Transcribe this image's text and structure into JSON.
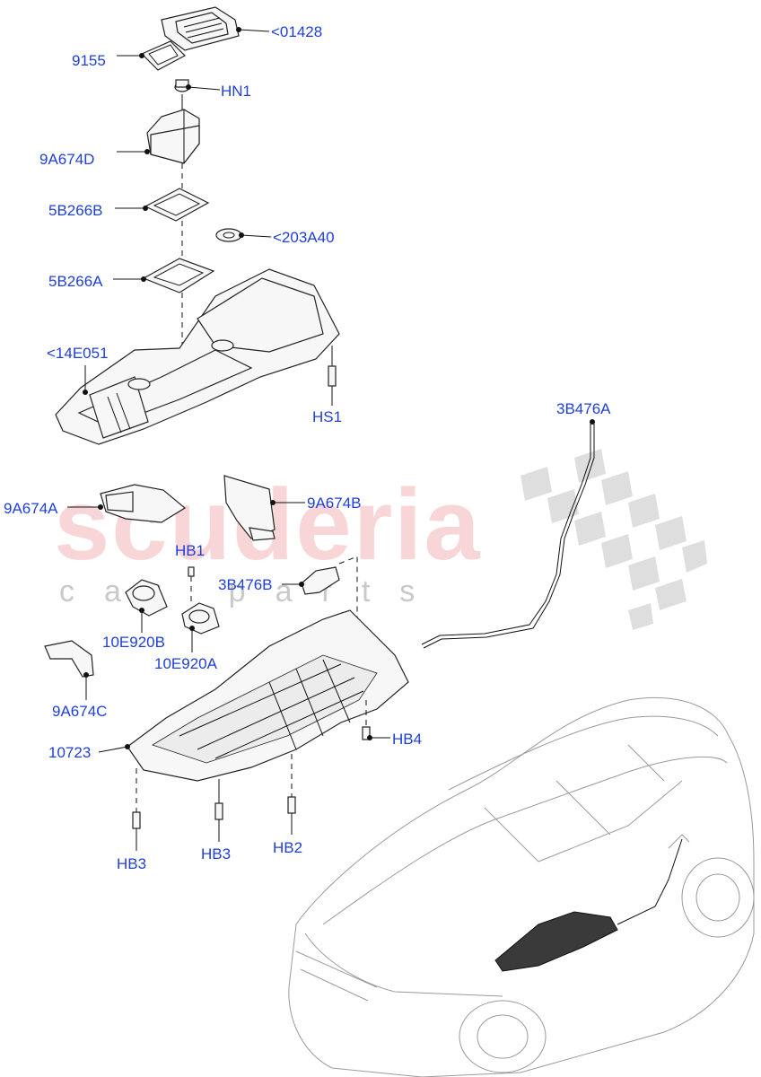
{
  "watermark": {
    "main": "scuderia",
    "sub": "car parts"
  },
  "labels": {
    "p01428": "<01428",
    "p9155": "9155",
    "hn1": "HN1",
    "p9a674d": "9A674D",
    "p5b266b": "5B266B",
    "p203a40": "<203A40",
    "p5b266a": "5B266A",
    "p14e051": "<14E051",
    "hs1": "HS1",
    "p3b476a": "3B476A",
    "p9a674a": "9A674A",
    "p9a674b": "9A674B",
    "hb1": "HB1",
    "p3b476b": "3B476B",
    "p10e920b": "10E920B",
    "p10e920a": "10E920A",
    "p9a674c": "9A674C",
    "hb4": "HB4",
    "p10723": "10723",
    "hb3_left": "HB3",
    "hb3_mid": "HB3",
    "hb2": "HB2"
  },
  "colors": {
    "label": "#1f3fd9",
    "watermark": "#f4b3b6",
    "lines": "#111111"
  }
}
